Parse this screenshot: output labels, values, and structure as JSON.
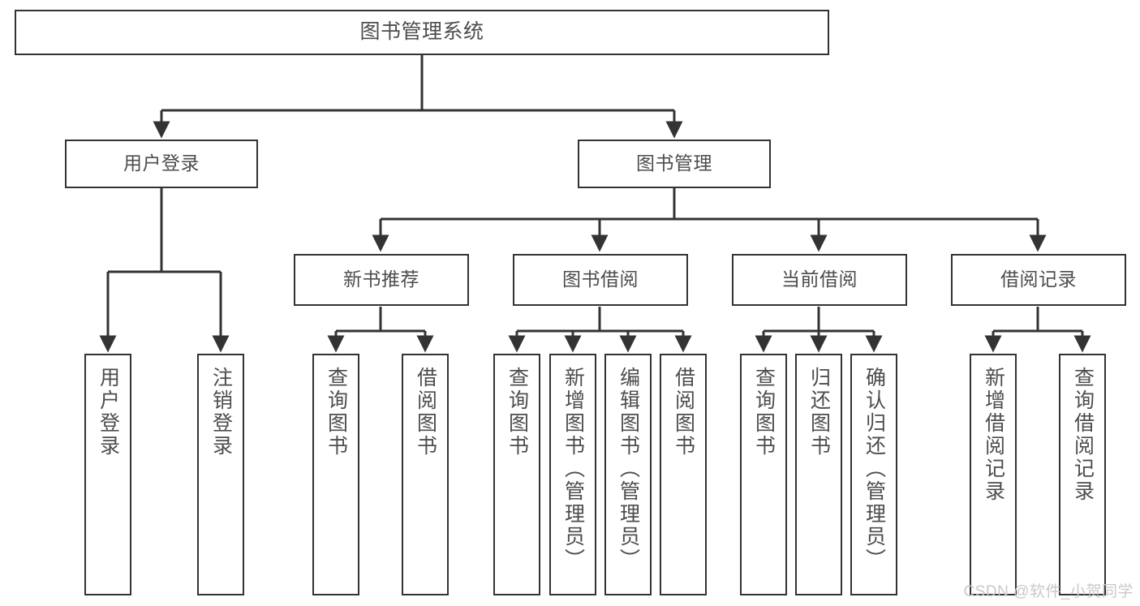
{
  "diagram": {
    "title": "图书管理系统",
    "type": "tree-hierarchy-diagram",
    "root": {
      "label": "图书管理系统"
    },
    "level2": [
      {
        "label": "用户登录"
      },
      {
        "label": "图书管理"
      }
    ],
    "level3": [
      {
        "label": "新书推荐"
      },
      {
        "label": "图书借阅"
      },
      {
        "label": "当前借阅"
      },
      {
        "label": "借阅记录"
      }
    ],
    "leaves": {
      "user_login": [
        {
          "label": "用户登录"
        },
        {
          "label": "注销登录"
        }
      ],
      "new_book_recommend": [
        {
          "label": "查询图书"
        },
        {
          "label": "借阅图书"
        }
      ],
      "book_borrow": [
        {
          "label": "查询图书"
        },
        {
          "label": "新增图书（管理员）"
        },
        {
          "label": "编辑图书（管理员）"
        },
        {
          "label": "借阅图书"
        }
      ],
      "current_borrow": [
        {
          "label": "查询图书"
        },
        {
          "label": "归还图书"
        },
        {
          "label": "确认归还（管理员）"
        }
      ],
      "borrow_record": [
        {
          "label": "新增借阅记录"
        },
        {
          "label": "查询借阅记录"
        }
      ]
    }
  },
  "watermark": {
    "text": "CSDN @软件_小贺同学"
  },
  "colors": {
    "stroke": "#333333",
    "text": "#4d4d4d",
    "background": "#ffffff",
    "watermark": "#c9c9c9"
  }
}
